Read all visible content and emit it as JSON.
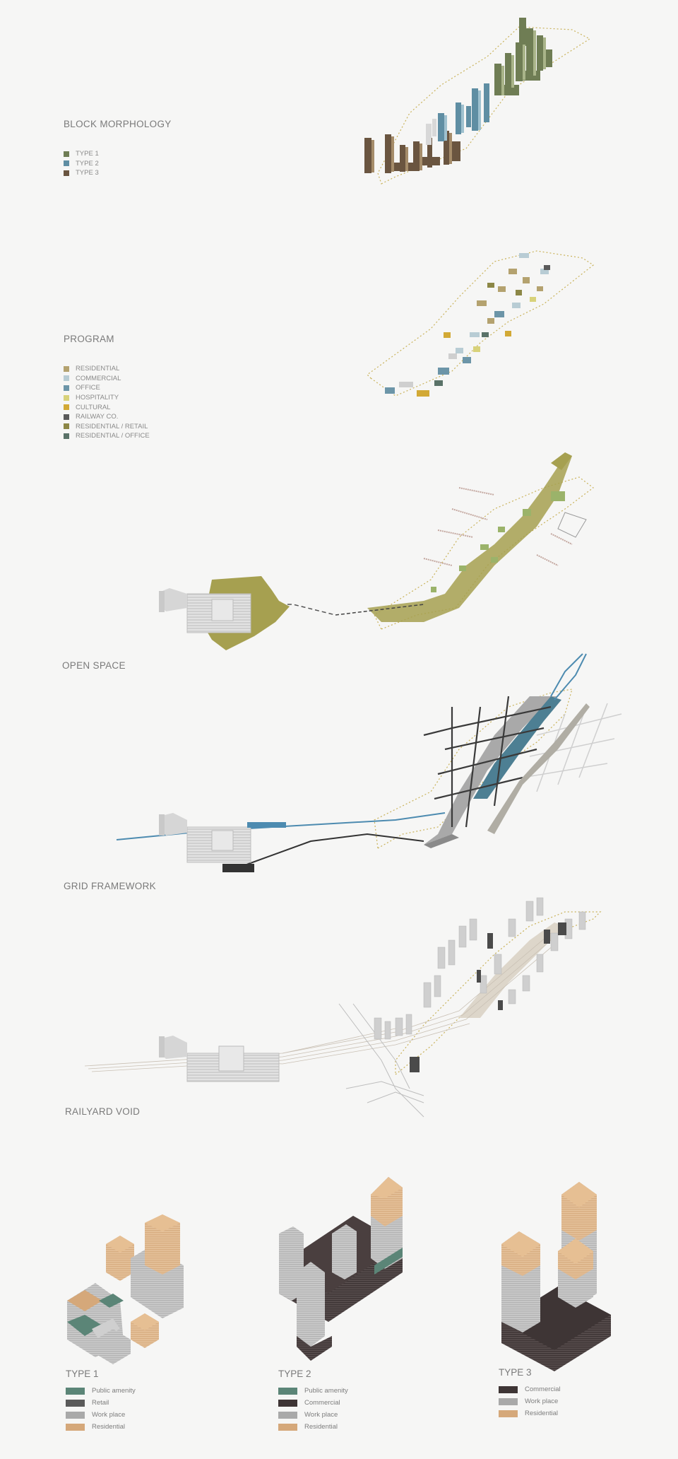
{
  "sections": {
    "block_morphology": {
      "title": "BLOCK MORPHOLOGY",
      "legend": [
        {
          "label": "TYPE 1",
          "color": "#6f7d54"
        },
        {
          "label": "TYPE 2",
          "color": "#5f8ea3"
        },
        {
          "label": "TYPE 3",
          "color": "#6a5540"
        }
      ]
    },
    "program": {
      "title": "PROGRAM",
      "legend": [
        {
          "label": "RESIDENTIAL",
          "color": "#b4a26f"
        },
        {
          "label": "COMMERCIAL",
          "color": "#b8ccd4"
        },
        {
          "label": "OFFICE",
          "color": "#6c95a8"
        },
        {
          "label": "HOSPITALITY",
          "color": "#d8d27a"
        },
        {
          "label": "CULTURAL",
          "color": "#d2a935"
        },
        {
          "label": "RAILWAY CO.",
          "color": "#5a5a5a"
        },
        {
          "label": "RESIDENTIAL / RETAIL",
          "color": "#8c8746"
        },
        {
          "label": "RESIDENTIAL / OFFICE",
          "color": "#5a7268"
        }
      ]
    },
    "open_space": {
      "title": "OPEN SPACE"
    },
    "grid_framework": {
      "title": "GRID FRAMEWORK"
    },
    "railyard_void": {
      "title": "RAILYARD VOID"
    }
  },
  "types": [
    {
      "title": "TYPE 1",
      "legend": [
        {
          "label": "Public amenity",
          "color": "#5b8577"
        },
        {
          "label": "Retail",
          "color": "#5a5a5a"
        },
        {
          "label": "Work place",
          "color": "#a9a9a9"
        },
        {
          "label": "Residential",
          "color": "#d5a87a"
        }
      ]
    },
    {
      "title": "TYPE 2",
      "legend": [
        {
          "label": "Public amenity",
          "color": "#5b8577"
        },
        {
          "label": "Commercial",
          "color": "#3e3535"
        },
        {
          "label": "Work place",
          "color": "#a9a9a9"
        },
        {
          "label": "Residential",
          "color": "#d5a87a"
        }
      ]
    },
    {
      "title": "TYPE 3",
      "legend": [
        {
          "label": "Commercial",
          "color": "#3e3535"
        },
        {
          "label": "Work place",
          "color": "#a9a9a9"
        },
        {
          "label": "Residential",
          "color": "#d5a87a"
        }
      ]
    }
  ]
}
